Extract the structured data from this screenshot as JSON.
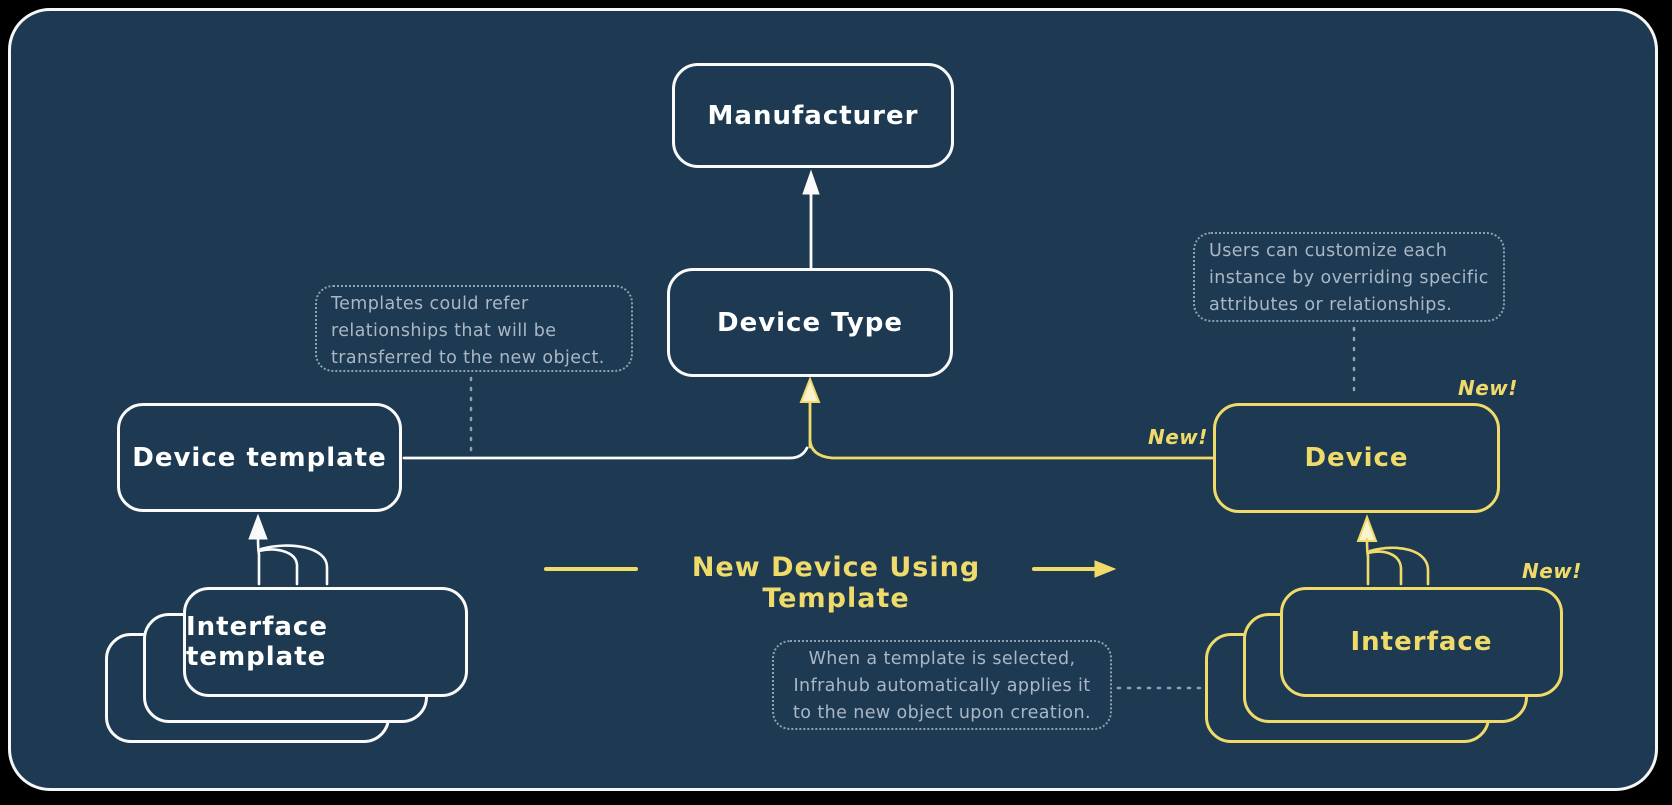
{
  "colors": {
    "background": "#1d3a52",
    "stroke_white": "#fafafa",
    "accent_yellow": "#f0db6a",
    "note_text": "#a9b7c6"
  },
  "nodes": {
    "manufacturer": {
      "label": "Manufacturer"
    },
    "device_type": {
      "label": "Device Type"
    },
    "device_template": {
      "label": "Device template"
    },
    "interface_template": {
      "label": "Interface template"
    },
    "device": {
      "label": "Device"
    },
    "interface": {
      "label": "Interface"
    }
  },
  "notes": {
    "templates": {
      "lines": [
        "Templates could refer",
        "relationships that will be",
        "transferred to the new object."
      ]
    },
    "customize": {
      "lines": [
        "Users can customize each",
        "instance by overriding specific",
        "attributes or relationships."
      ]
    },
    "apply": {
      "lines": [
        "When a template is selected,",
        "Infrahub automatically applies it",
        "to the new object upon creation."
      ]
    }
  },
  "labels": {
    "flow": "New Device Using Template",
    "new": "New!"
  }
}
